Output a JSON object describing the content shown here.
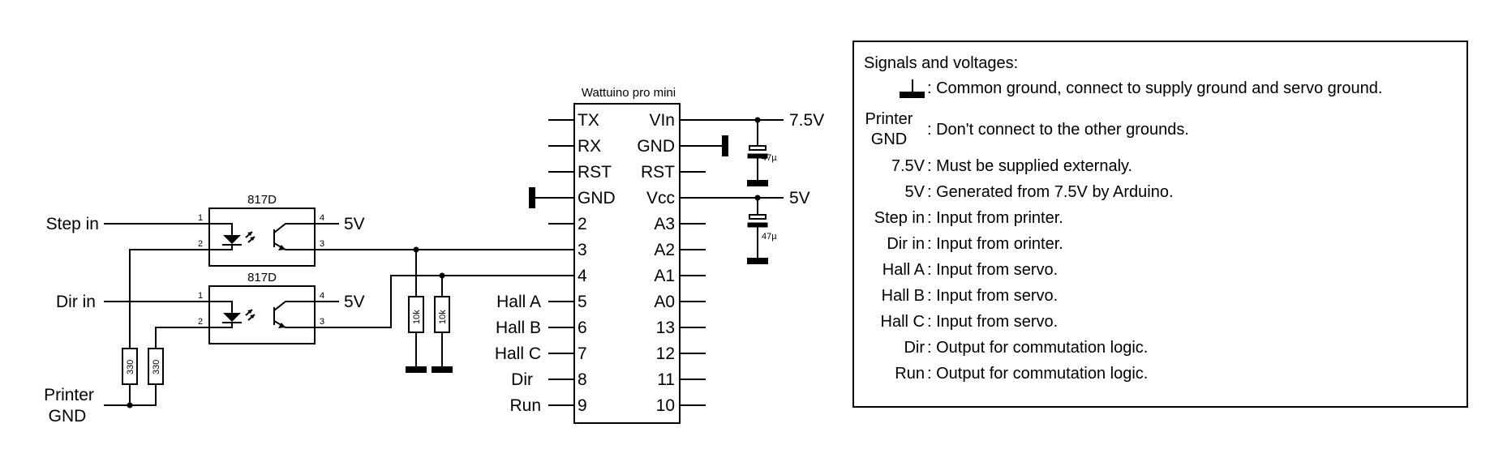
{
  "arduino": {
    "title": "Wattuino pro mini",
    "left_pins": [
      "TX",
      "RX",
      "RST",
      "GND",
      "2",
      "3",
      "4",
      "5",
      "6",
      "7",
      "8",
      "9"
    ],
    "right_pins": [
      "VIn",
      "GND",
      "RST",
      "Vcc",
      "A3",
      "A2",
      "A1",
      "A0",
      "13",
      "12",
      "11",
      "10"
    ]
  },
  "supply": {
    "v75": "7.5V",
    "v5": "5V",
    "cap1": "47µ",
    "cap2": "47µ"
  },
  "opto1": {
    "name": "817D",
    "pin1": "1",
    "pin2": "2",
    "pin3": "3",
    "pin4": "4",
    "vcc": "5V",
    "input": "Step in"
  },
  "opto2": {
    "name": "817D",
    "pin1": "1",
    "pin2": "2",
    "pin3": "3",
    "pin4": "4",
    "vcc": "5V",
    "input": "Dir in"
  },
  "resistors": {
    "r1": "330",
    "r2": "330",
    "r3": "10k",
    "r4": "10k"
  },
  "printer_gnd": {
    "line1": "Printer",
    "line2": "GND"
  },
  "inputs": {
    "hall_a": "Hall A",
    "hall_b": "Hall B",
    "hall_c": "Hall C",
    "dir": "Dir",
    "run": "Run"
  },
  "legend": {
    "title": "Signals and voltages:",
    "gnd_desc": ": Common ground, connect to supply ground and servo ground.",
    "printer_gnd_line1": "Printer",
    "printer_gnd_line2": "GND",
    "printer_gnd_desc": ": Don't connect to the other grounds.",
    "items": [
      {
        "key": "7.5V",
        "desc": ": Must be supplied externaly."
      },
      {
        "key": "5V",
        "desc": ": Generated from 7.5V by Arduino."
      },
      {
        "key": "Step in",
        "desc": ": Input from printer."
      },
      {
        "key": "Dir in",
        "desc": ": Input from orinter."
      },
      {
        "key": "Hall A",
        "desc": ": Input from servo."
      },
      {
        "key": "Hall B",
        "desc": ": Input from servo."
      },
      {
        "key": "Hall C",
        "desc": ": Input from servo."
      },
      {
        "key": "Dir",
        "desc": ": Output for commutation logic."
      },
      {
        "key": "Run",
        "desc": ": Output for commutation logic."
      }
    ]
  }
}
